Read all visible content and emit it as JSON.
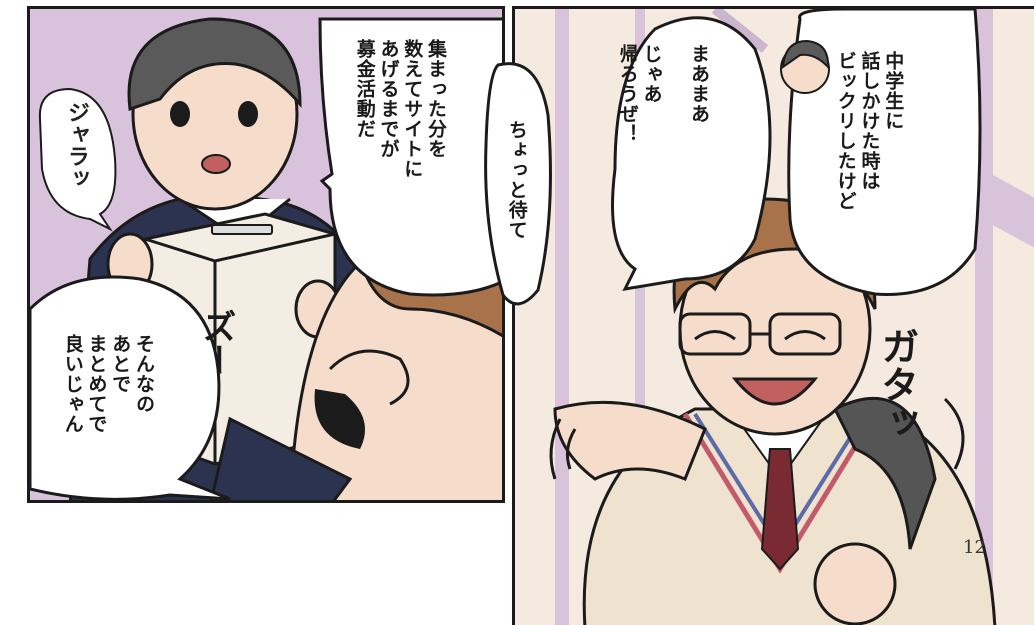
{
  "page": {
    "number": "12"
  },
  "left_panel": {
    "bubble_top": "集まった分を\n数えてサイトに\nあげるまでが\n募金活動だ",
    "bubble_bottom": "そんなの\nあとで\nまとめてで\n良いじゃん",
    "sfx_jara": "ジャラッ",
    "sfx_zu": "ズー"
  },
  "right_panel": {
    "bubble_top_right": "中学生に\n話しかけた時は\nビックリしたけど",
    "bubble_middle": "まあまあ\n\nじゃあ\n帰ろうぜ！",
    "bubble_small": "ちょっと待て",
    "sfx_gata": "ガタッ"
  },
  "colors": {
    "left_bg": "#d9c3dc",
    "right_bg": "#f4eadf",
    "ink": "#1b1b1b"
  }
}
